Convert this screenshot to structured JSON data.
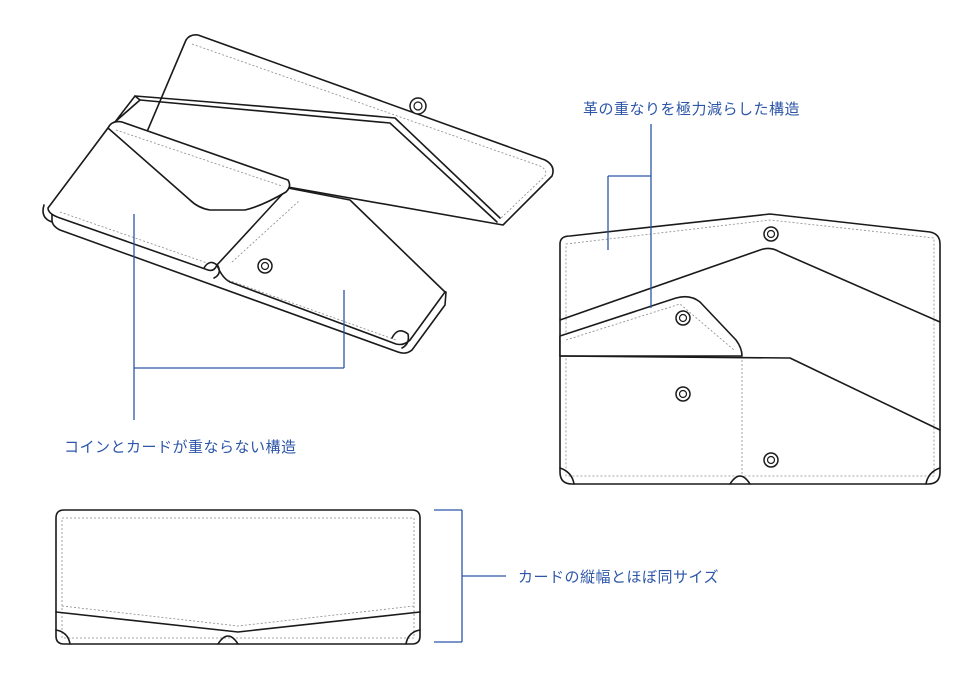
{
  "annotations": {
    "coin_card_structure": "コインとカードが重ならない構造",
    "reduced_overlap": "革の重なりを極力減らした構造",
    "card_height": "カードの縦幅とほぼ同サイズ"
  },
  "colors": {
    "accent": "#2d56a8",
    "line": "#1a1a1a",
    "stitch": "#8a8a8a",
    "background": "#ffffff"
  }
}
